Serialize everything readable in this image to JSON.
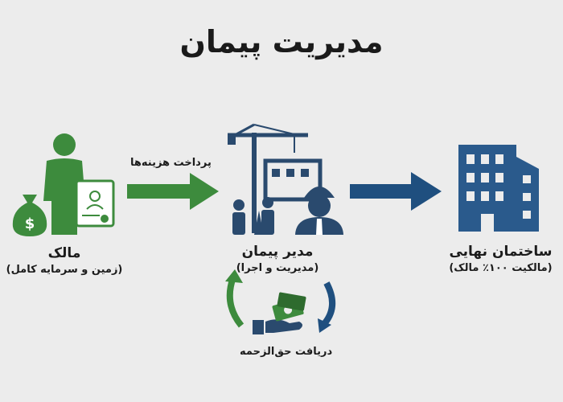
{
  "title": "مدیریت پیمان",
  "owner": {
    "label": "مالک",
    "sublabel": "(زمین و سرمایه کامل)"
  },
  "manager": {
    "label": "مدیر پیمان",
    "sublabel": "(مدیریت و اجرا)"
  },
  "building": {
    "label": "ساختمان نهایی",
    "sublabel": "(مالکیت ۱۰۰٪ مالک)"
  },
  "arrow_payment": "پرداخت هزینه‌ها",
  "fee_label": "دریافت حق‌الزحمه",
  "colors": {
    "green": "#3d8b3d",
    "blue": "#2a5a8c",
    "dark": "#1f3550"
  }
}
